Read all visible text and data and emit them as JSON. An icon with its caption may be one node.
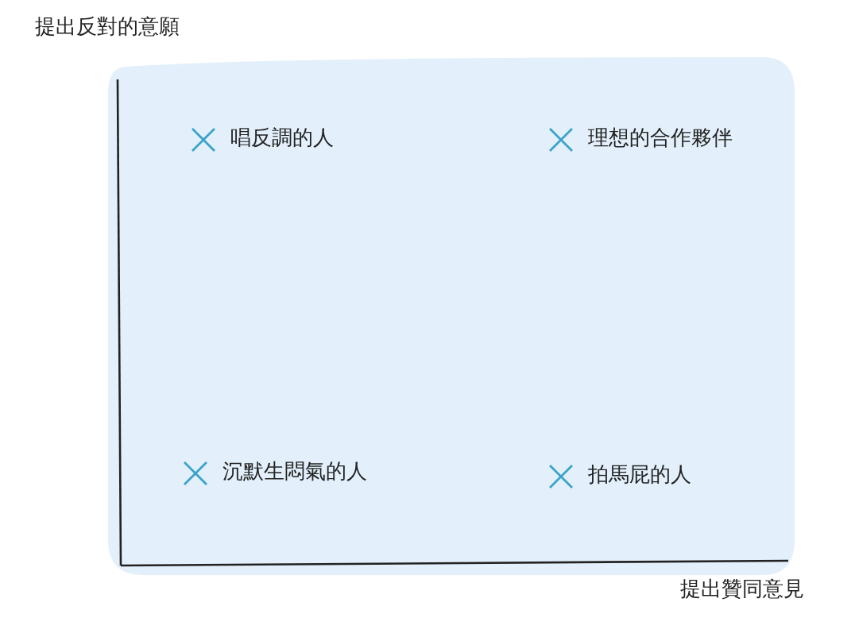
{
  "diagram": {
    "labels": [
      "提出反對的意願",
      "唱反調的人",
      "理想的合作夥伴",
      "沉默生悶氣的人",
      "拍馬屁的人",
      "提出贊同意見"
    ]
  }
}
